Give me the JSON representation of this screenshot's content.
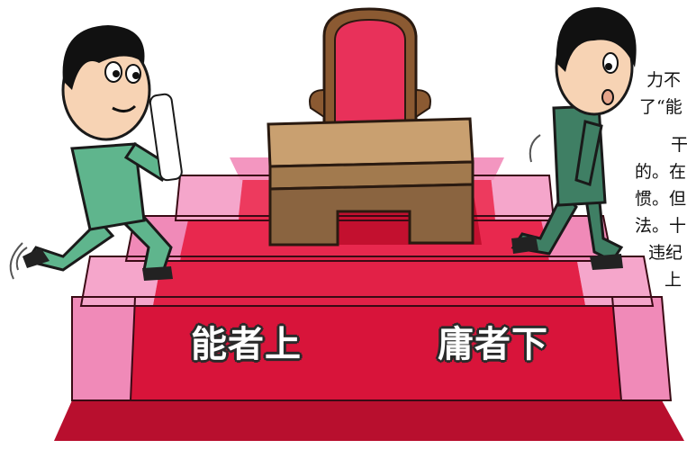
{
  "labels": {
    "left": "能者上",
    "right": "庸者下"
  },
  "text_fragments": [
    "力不",
    "了“能",
    "干",
    "的。在",
    "惯。但",
    "法。十",
    "违纪",
    "上"
  ],
  "colors": {
    "stair_red": "#d8143a",
    "stair_pink": "#f08ab8",
    "chair_red": "#e8315a",
    "desk_brown": "#a27a4e",
    "shirt_green": "#5fb58d",
    "suit_green": "#3f7f64"
  }
}
